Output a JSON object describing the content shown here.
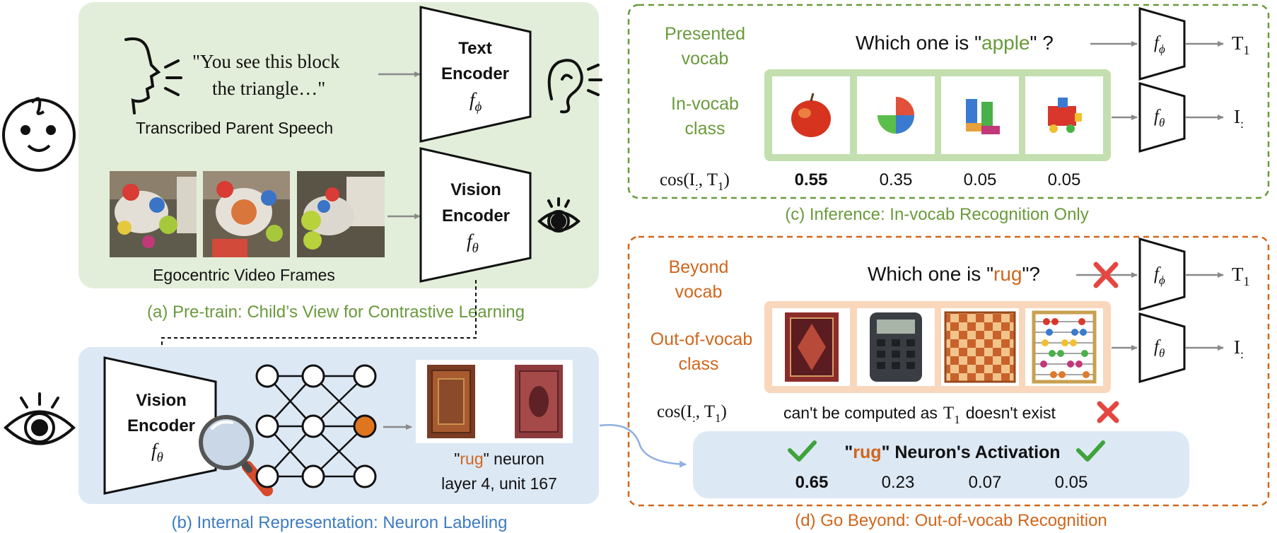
{
  "panel_a": {
    "quote_line1": "\"You see this block",
    "quote_line2": "the triangle…\"",
    "speech_label": "Transcribed Parent Speech",
    "frames_label": "Egocentric Video Frames",
    "text_encoder_line1": "Text",
    "text_encoder_line2": "Encoder",
    "text_encoder_sym": "f",
    "text_encoder_sub": "ϕ",
    "vision_encoder_line1": "Vision",
    "vision_encoder_line2": "Encoder",
    "vision_encoder_sym": "f",
    "vision_encoder_sub": "θ",
    "caption": "(a) Pre-train:  Child’s View for Contrastive Learning"
  },
  "panel_b": {
    "encoder_line1": "Vision",
    "encoder_line2": "Encoder",
    "encoder_sym": "f",
    "encoder_sub": "θ",
    "neuron_quote_open": "\"",
    "neuron_word": "rug",
    "neuron_quote_close": "\" neuron",
    "neuron_layer": "layer 4, unit 167",
    "caption": "(b) Internal Representation: Neuron Labeling"
  },
  "panel_c": {
    "row1_line1": "Presented",
    "row1_line2": "vocab",
    "row2_line1": "In-vocab",
    "row2_line2": "class",
    "question_prefix": "Which one is \"",
    "question_word": "apple",
    "question_suffix": "\" ?",
    "f_phi_sym": "f",
    "f_phi_sub": "ϕ",
    "f_theta_sym": "f",
    "f_theta_sub": "θ",
    "t_label": "T",
    "t_sub": "1",
    "i_label": "I",
    "i_sub": ":",
    "cos_label": "cos(I",
    "cos_mid": ":",
    "cos_t": ", T",
    "cos_sub": "1",
    "cos_close": ")",
    "scores": [
      "0.55",
      "0.35",
      "0.05",
      "0.05"
    ],
    "caption": "(c) Inference: In-vocab Recognition Only"
  },
  "panel_d": {
    "row1_line1": "Beyond",
    "row1_line2": "vocab",
    "row2_line1": "Out-of-vocab",
    "row2_line2": "class",
    "question_prefix": "Which one is \"",
    "question_word": "rug",
    "question_suffix": "\"?",
    "f_phi_sym": "f",
    "f_phi_sub": "ϕ",
    "f_theta_sym": "f",
    "f_theta_sub": "θ",
    "t_label": "T",
    "t_sub": "1",
    "i_label": "I",
    "i_sub": ":",
    "cos_label": "cos(I",
    "cos_mid": ":",
    "cos_t": ", T",
    "cos_sub": "1",
    "cos_close": ")",
    "cant_compute_prefix": "can't be computed as",
    "cant_compute_t": "T",
    "cant_compute_sub": "1",
    "cant_compute_suffix": "doesn't exist",
    "activation_quote_open": "\"",
    "activation_word": "rug",
    "activation_title": "\" Neuron's Activation",
    "activations": [
      "0.65",
      "0.23",
      "0.07",
      "0.05"
    ],
    "caption": "(d) Go Beyond: Out-of-vocab Recognition"
  },
  "colors": {
    "green_text": "#6a9a3c",
    "green_bg": "#e3eeda",
    "green_frame": "#c3dfb0",
    "blue_text": "#3d7cc0",
    "blue_bg": "#dde8f5",
    "orange_text": "#d0661c",
    "orange_frame": "#f8d7bc",
    "neuron_orange": "#e0751f",
    "red_x": "#e4473f",
    "check_green": "#3ea33b"
  }
}
